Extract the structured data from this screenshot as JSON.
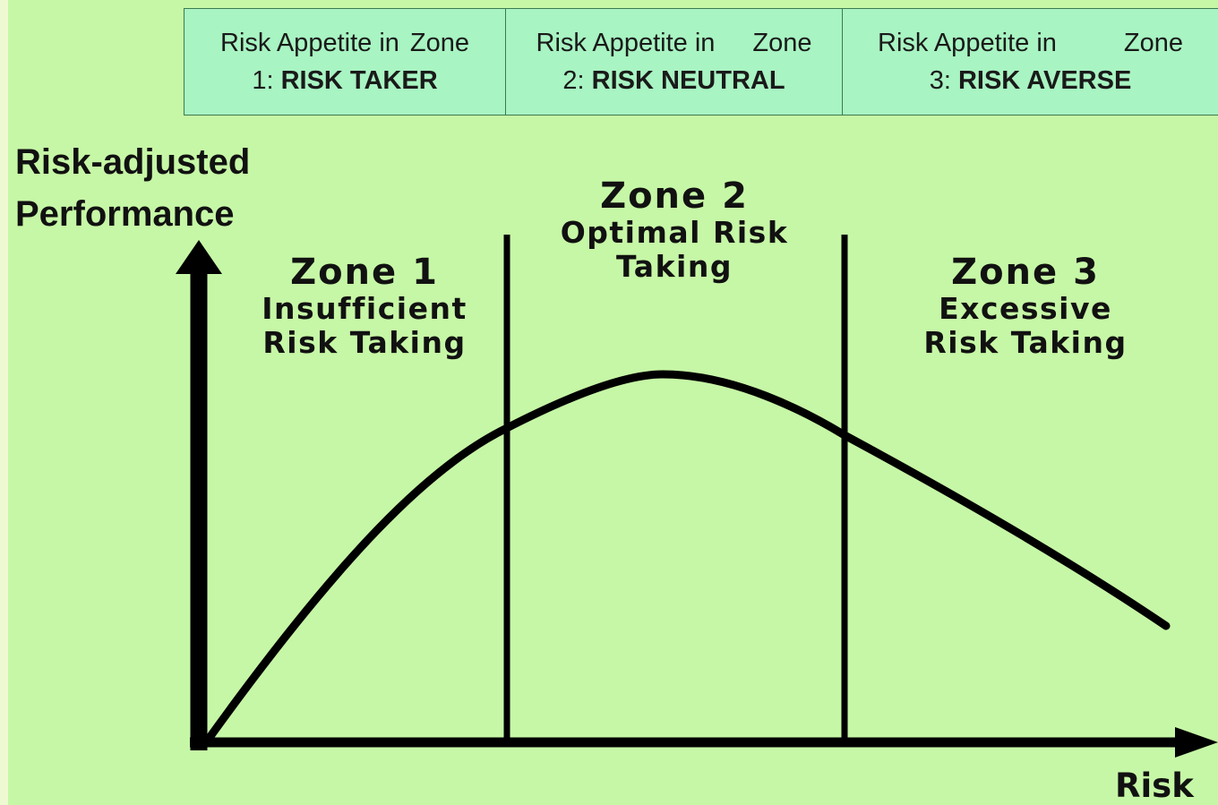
{
  "header": {
    "cells": [
      {
        "line1_label": "Risk Appetite in",
        "line1_zone": "Zone",
        "line2_num": "1:",
        "line2_kind": "RISK TAKER"
      },
      {
        "line1_label": "Risk Appetite in",
        "line1_zone": "Zone",
        "line2_num": "2:",
        "line2_kind": "RISK NEUTRAL"
      },
      {
        "line1_label": "Risk Appetite in",
        "line1_zone": "Zone",
        "line2_num": "3:",
        "line2_kind": "RISK AVERSE"
      }
    ]
  },
  "axes": {
    "y_label_line1": "Risk-adjusted",
    "y_label_line2": "Performance",
    "x_label": "Risk"
  },
  "zones": [
    {
      "title": "Zone 1",
      "line1": "Insufficient",
      "line2": "Risk Taking"
    },
    {
      "title": "Zone 2",
      "line1": "Optimal Risk",
      "line2": "Taking"
    },
    {
      "title": "Zone 3",
      "line1": "Excessive",
      "line2": "Risk Taking"
    }
  ],
  "colors": {
    "background": "#c6f7a6",
    "header_fill": "#a8f4c2",
    "ink": "#000000"
  }
}
